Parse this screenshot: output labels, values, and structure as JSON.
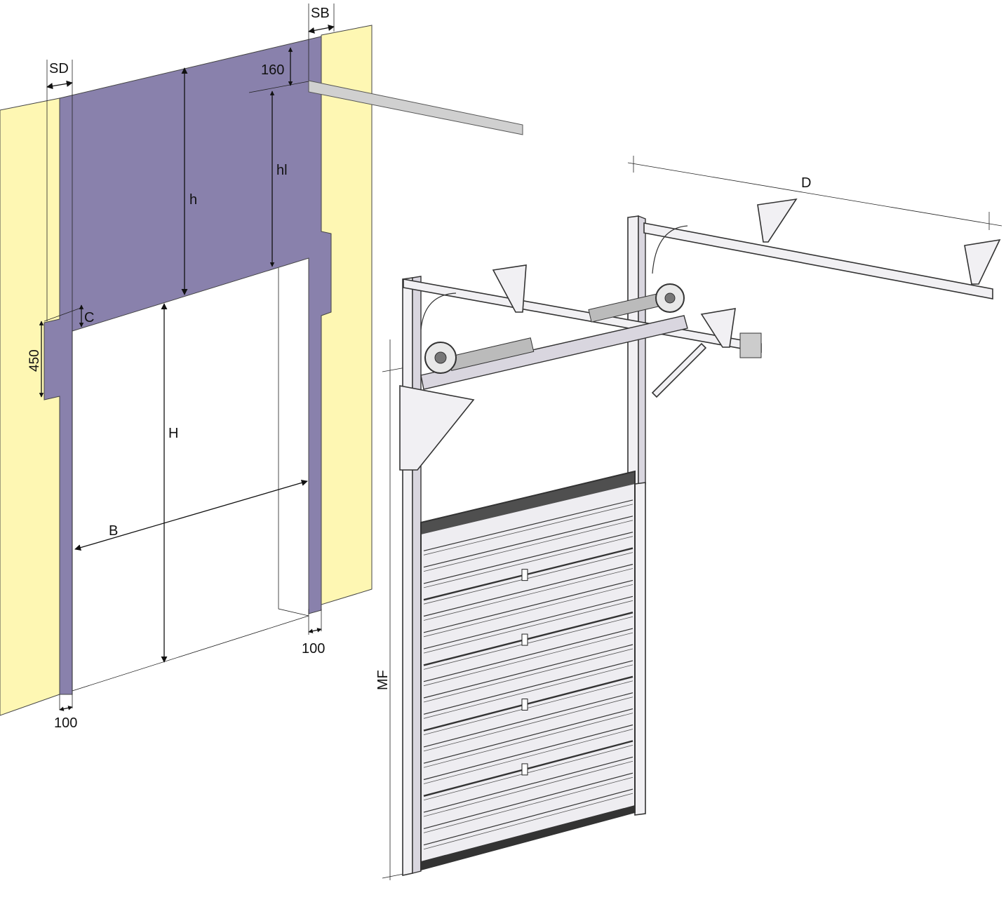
{
  "colors": {
    "wall": "#fef7b3",
    "panel": "#8981ac",
    "beam": "#d0d0d0",
    "door_panel": "#eeedf1",
    "frame_line": "#333333"
  },
  "labels": {
    "sd": "SD",
    "sb": "SB",
    "dim_160": "160",
    "h": "h",
    "hl": "hl",
    "c": "C",
    "dim_450": "450",
    "H": "H",
    "B": "B",
    "dim_100_left": "100",
    "dim_100_right": "100",
    "D": "D",
    "MF": "MF"
  },
  "door": {
    "section_count": 5,
    "ribs_per_section": 3
  }
}
